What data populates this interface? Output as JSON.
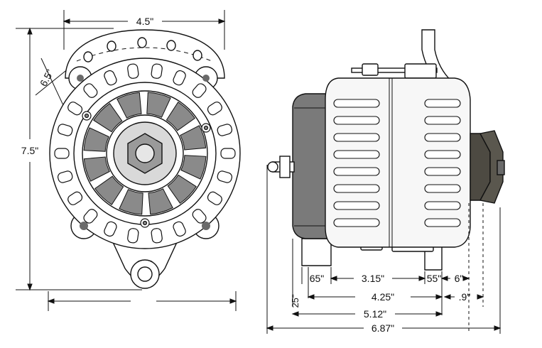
{
  "front_view": {
    "width_label": "4.5\"",
    "height_label": "7.5\"",
    "angle_label": "6.5\""
  },
  "side_view": {
    "d_65": "65\"",
    "d_315": "3.15\"",
    "d_55": "55\"",
    "d_6": "6\"",
    "d_25": "25\"",
    "d_425": "4.25\"",
    "d_9": ".9\"",
    "d_512": "5.12\"",
    "d_687": "6.87\""
  },
  "colors": {
    "line": "#111111",
    "body": "#ffffff",
    "shade_dark": "#6a6a6a",
    "shade_mid": "#9a9a9a",
    "shade_light": "#d9d9d9",
    "pulley": "#4d4a42"
  }
}
